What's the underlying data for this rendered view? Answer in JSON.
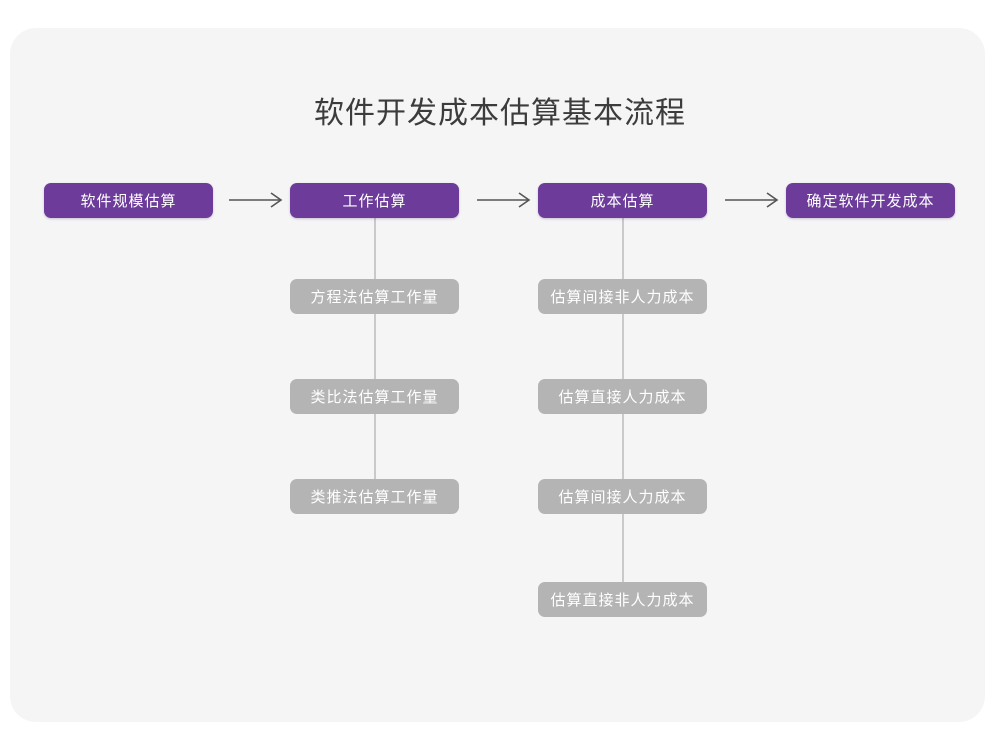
{
  "page": {
    "title": "软件开发成本估算基本流程",
    "card_background": "#f5f5f6",
    "primary_color": "#6d3c9b",
    "secondary_color": "#b4b4b4",
    "connector_color": "#c9c9c9",
    "title_color": "#3c3c3c"
  },
  "flow": {
    "arrow_glyph": "→",
    "stages": [
      {
        "label": "软件规模估算",
        "substeps": []
      },
      {
        "label": "工作估算",
        "substeps": [
          "方程法估算工作量",
          "类比法估算工作量",
          "类推法估算工作量"
        ]
      },
      {
        "label": "成本估算",
        "substeps": [
          "估算间接非人力成本",
          "估算直接人力成本",
          "估算间接人力成本",
          "估算直接非人力成本"
        ]
      },
      {
        "label": "确定软件开发成本",
        "substeps": []
      }
    ]
  }
}
